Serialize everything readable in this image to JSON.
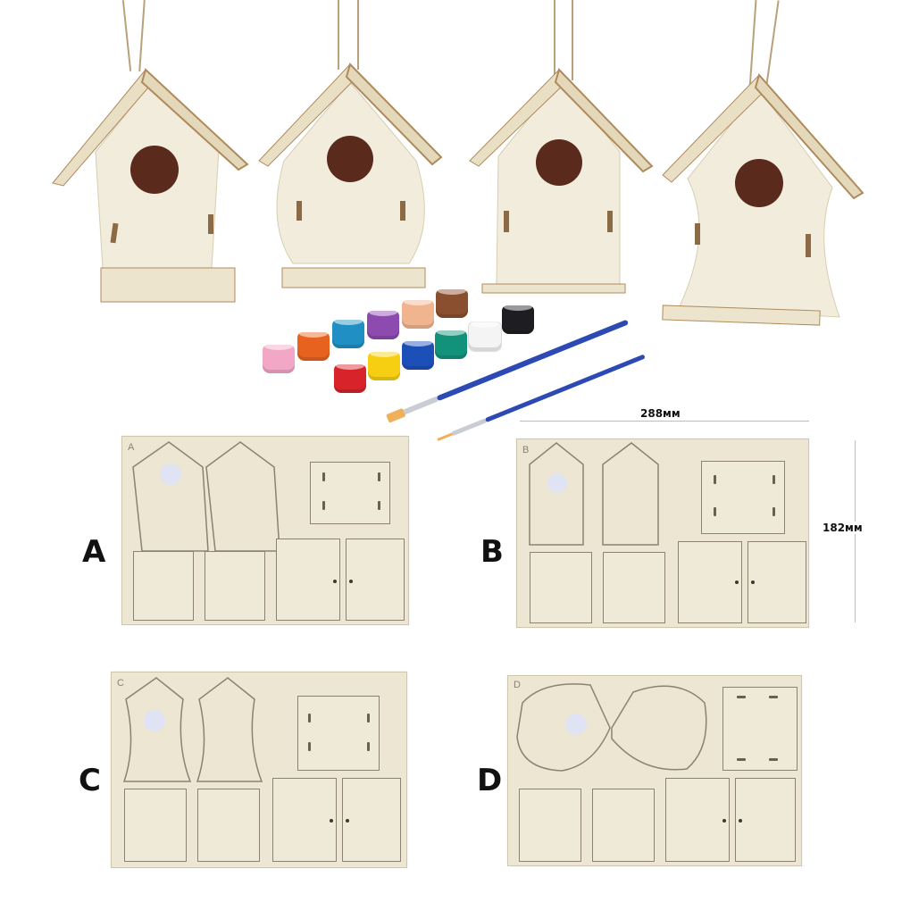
{
  "image": {
    "description": "DIY wooden birdhouse kit product photo",
    "background": "#ffffff"
  },
  "assembled_houses": [
    {
      "style": "A",
      "shape": "pentagon-tapered",
      "entrance_hole_color": "#5a2a1c"
    },
    {
      "style": "D",
      "shape": "teardrop",
      "entrance_hole_color": "#5a2a1c"
    },
    {
      "style": "B",
      "shape": "straight",
      "entrance_hole_color": "#5a2a1c"
    },
    {
      "style": "C",
      "shape": "curved",
      "entrance_hole_color": "#5a2a1c"
    }
  ],
  "paint_pots": {
    "count": 12,
    "colors": [
      "#f3a7c6",
      "#e8621f",
      "#1f8fc4",
      "#8d4bb0",
      "#f0b48e",
      "#8a4f2f",
      "#d8232a",
      "#f6cf12",
      "#1d4fb8",
      "#12927a",
      "#f4f4f4",
      "#1e1e22"
    ]
  },
  "brushes": {
    "count": 2,
    "handle_color": "#2c49b4"
  },
  "dimensions": {
    "width_label": "288мм",
    "height_label": "182мм"
  },
  "sheets": [
    {
      "letter": "A",
      "corner_label": "A"
    },
    {
      "letter": "B",
      "corner_label": "B"
    },
    {
      "letter": "C",
      "corner_label": "C"
    },
    {
      "letter": "D",
      "corner_label": "D"
    }
  ],
  "colors": {
    "wood": "#efe9d7",
    "wood_edge": "#b08a5a",
    "cut_line": "#8c8270"
  }
}
